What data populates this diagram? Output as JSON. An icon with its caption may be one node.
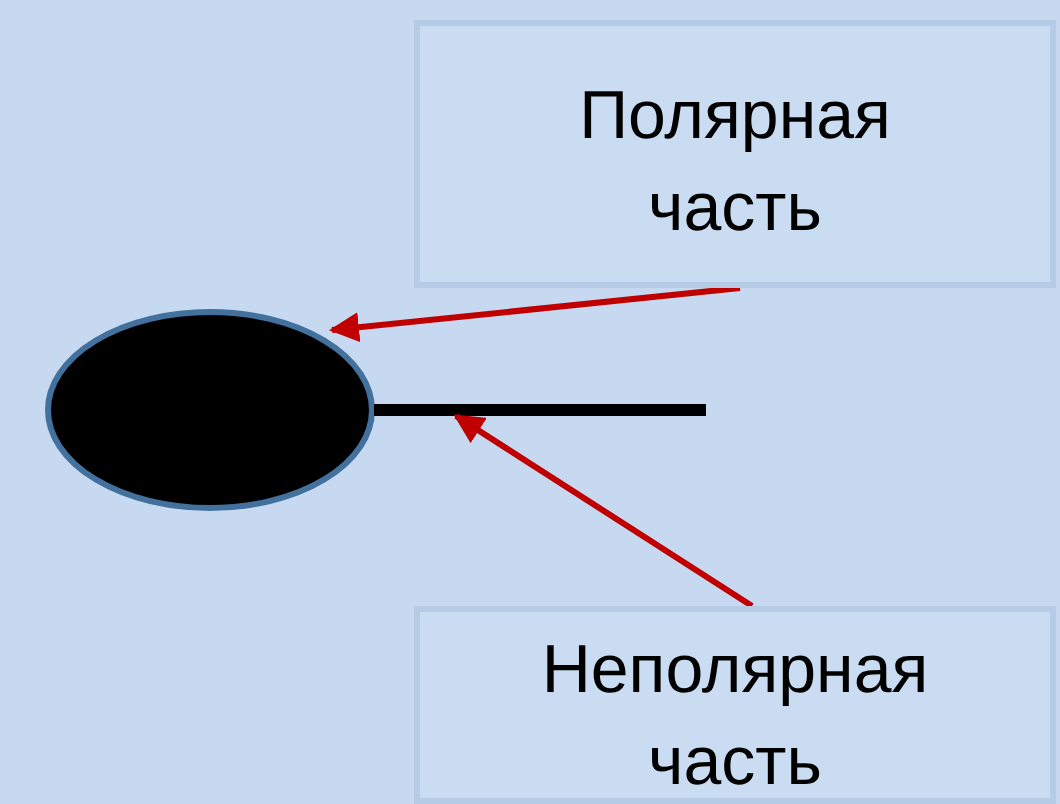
{
  "diagram": {
    "nodes": [
      {
        "text": [
          "Полярная часть"
        ]
      },
      {
        "text": [
          "Неполярная часть"
        ]
      },
      {
        "text": [],
        "shape": "circle"
      },
      {
        "text": [],
        "shape": "bar"
      }
    ],
    "edges": [
      {
        "from": 0,
        "to": 2,
        "arrow": "to"
      },
      {
        "from": 1,
        "to": 3,
        "arrow": "to"
      }
    ]
  }
}
